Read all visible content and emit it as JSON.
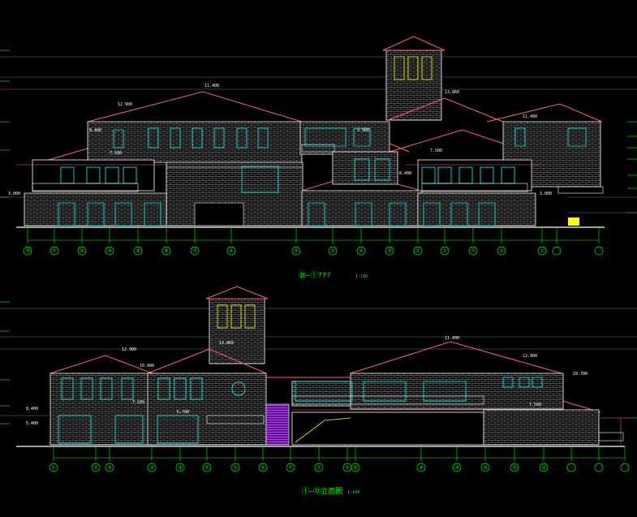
{
  "upper": {
    "title": "㉘—①???",
    "scale": "1:100",
    "elevations": [
      "11.400",
      "12.900",
      "13.860",
      "11.400",
      "8.400",
      "7.500",
      "3.000",
      "3.000",
      "7.500",
      "9.900",
      "8.400"
    ],
    "axes": [
      "⑱",
      "⑪",
      "⑩",
      "⑩",
      "⑨",
      "⑧",
      "⑦",
      "⑥",
      "⑤",
      "⑤",
      "④",
      "③",
      "②",
      "①",
      "⑫",
      "②",
      "①"
    ]
  },
  "lower": {
    "title": "①—⑫立面图",
    "scale": "1:100",
    "elevations": [
      "13.860",
      "12.900",
      "10.900",
      "8.400",
      "5.400",
      "7.500",
      "5.700",
      "11.400",
      "12.900",
      "10.700",
      "7.500"
    ],
    "axes": [
      "①",
      "②",
      "③",
      "③",
      "④",
      "⑤",
      "⑤",
      "⑥",
      "⑦",
      "⑦",
      "⑧",
      "⑨",
      "⑨",
      "⑩",
      "⑩",
      "⑪",
      "⑫"
    ]
  }
}
